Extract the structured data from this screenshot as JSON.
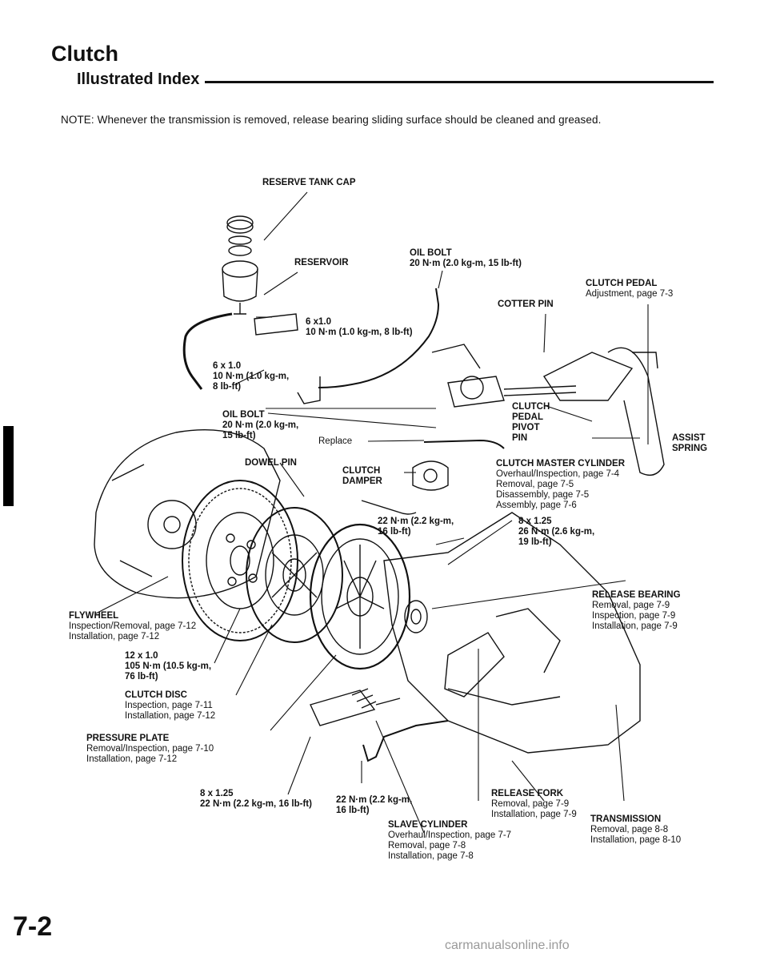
{
  "header": {
    "title": "Clutch",
    "subtitle": "Illustrated Index",
    "note": "NOTE: Whenever the transmission is removed, release bearing sliding surface should be cleaned and greased."
  },
  "labels": {
    "reserve_tank_cap": "RESERVE TANK CAP",
    "reservoir": "RESERVOIR",
    "oil_bolt_top": {
      "name": "OIL BOLT",
      "spec": "20 N·m (2.0 kg-m, 15 lb-ft)"
    },
    "clutch_pedal_top": {
      "name": "CLUTCH PEDAL",
      "ref": "Adjustment, page 7-3"
    },
    "cotter_pin": "COTTER PIN",
    "bolt_6x1_a": {
      "size": "6 x1.0",
      "spec": "10 N·m (1.0 kg-m, 8 lb-ft)"
    },
    "bolt_6x1_b": {
      "size": "6 x 1.0",
      "spec1": "10 N·m (1.0 kg-m,",
      "spec2": "8 lb-ft)"
    },
    "oil_bolt_left": {
      "name": "OIL BOLT",
      "spec1": "20 N·m (2.0 kg-m,",
      "spec2": "15 lb-ft)"
    },
    "replace": "Replace",
    "clutch_pedal_pivot_pin": {
      "l1": "CLUTCH",
      "l2": "PEDAL",
      "l3": "PIVOT",
      "l4": "PIN"
    },
    "assist_spring": {
      "l1": "ASSIST",
      "l2": "SPRING"
    },
    "dowel_pin": "DOWEL PIN",
    "clutch_damper": {
      "l1": "CLUTCH",
      "l2": "DAMPER"
    },
    "master_cylinder": {
      "name": "CLUTCH MASTER CYLINDER",
      "refs": [
        "Overhaul/Inspection, page 7-4",
        "Removal, page 7-5",
        "Disassembly, page 7-5",
        "Assembly, page 7-6"
      ]
    },
    "torque_22_a": {
      "l1": "22 N·m (2.2 kg-m,",
      "l2": "16 lb-ft)"
    },
    "bolt_8x125_a": {
      "size": "8 x 1.25",
      "spec1": "26 N·m (2.6 kg-m,",
      "spec2": "19 lb-ft)"
    },
    "release_bearing": {
      "name": "RELEASE BEARING",
      "refs": [
        "Removal, page 7-9",
        "Inspection, page 7-9",
        "Installation, page 7-9"
      ]
    },
    "flywheel": {
      "name": "FLYWHEEL",
      "refs": [
        "Inspection/Removal, page 7-12",
        "Installation, page 7-12"
      ]
    },
    "bolt_12x1": {
      "size": "12 x 1.0",
      "spec1": "105 N·m (10.5 kg-m,",
      "spec2": "76 lb-ft)"
    },
    "clutch_disc": {
      "name": "CLUTCH DISC",
      "refs": [
        "Inspection, page 7-11",
        "Installation, page 7-12"
      ]
    },
    "pressure_plate": {
      "name": "PRESSURE PLATE",
      "refs": [
        "Removal/Inspection, page 7-10",
        "Installation, page 7-12"
      ]
    },
    "bolt_8x125_b": {
      "size": "8 x 1.25",
      "spec": "22 N·m (2.2 kg-m, 16 lb-ft)"
    },
    "torque_22_b": {
      "l1": "22 N·m (2.2 kg-m,",
      "l2": "16 lb-ft)"
    },
    "release_fork": {
      "name": "RELEASE FORK",
      "refs": [
        "Removal, page 7-9",
        "Installation, page 7-9"
      ]
    },
    "slave_cylinder": {
      "name": "SLAVE CYLINDER",
      "refs": [
        "Overhaul/Inspection, page 7-7",
        "Removal, page 7-8",
        "Installation, page 7-8"
      ]
    },
    "transmission": {
      "name": "TRANSMISSION",
      "refs": [
        "Removal, page 8-8",
        "Installation, page 8-10"
      ]
    }
  },
  "footer": {
    "page_number": "7-2",
    "watermark": "carmanualsonline.info"
  }
}
